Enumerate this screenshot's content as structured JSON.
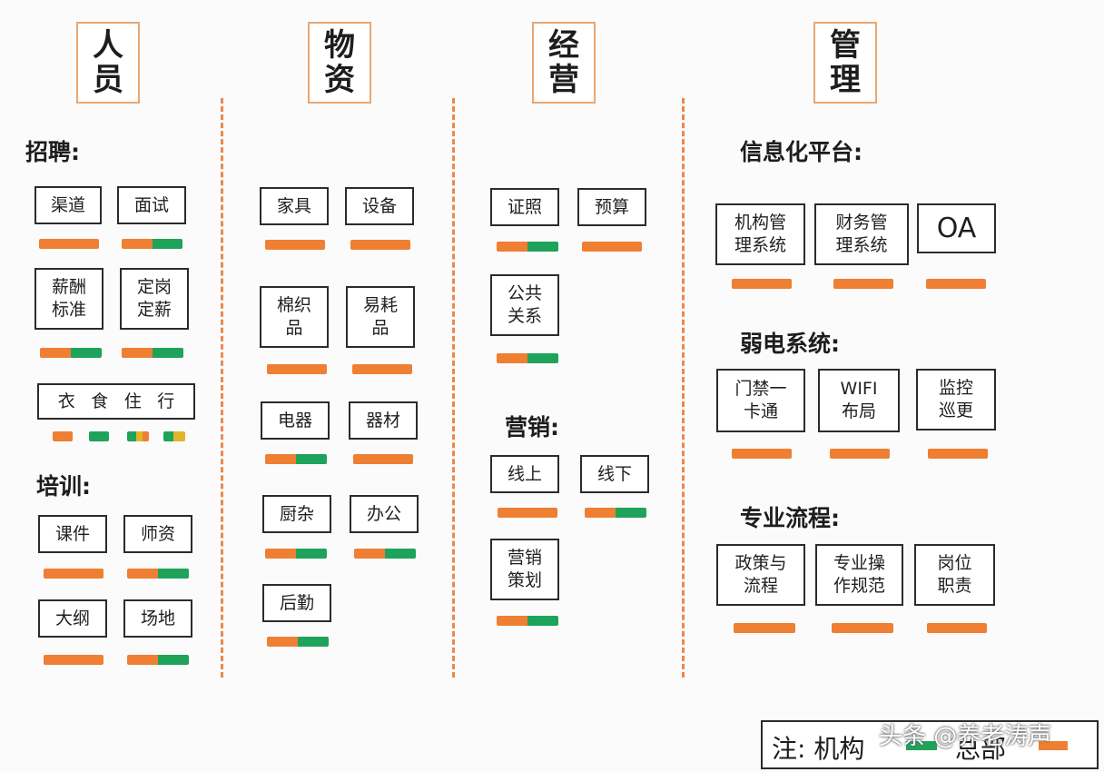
{
  "headers": {
    "people": "人员",
    "materials": "物资",
    "operations": "经营",
    "management": "管理"
  },
  "sections": {
    "recruit": "招聘:",
    "training": "培训:",
    "marketing": "营销:",
    "it_platform": "信息化平台:",
    "weak_current": "弱电系统:",
    "process": "专业流程:"
  },
  "people": {
    "recruit": [
      "渠道",
      "面试",
      "薪酬\n标准",
      "定岗\n定薪"
    ],
    "living": [
      "衣",
      "食",
      "住",
      "行"
    ],
    "training": [
      "课件",
      "师资",
      "大纲",
      "场地"
    ]
  },
  "materials": [
    "家具",
    "设备",
    "棉织\n品",
    "易耗\n品",
    "电器",
    "器材",
    "厨杂",
    "办公",
    "后勤"
  ],
  "operations": {
    "items": [
      "证照",
      "预算",
      "公共\n关系"
    ],
    "marketing": [
      "线上",
      "线下",
      "营销\n策划"
    ]
  },
  "management": {
    "it_platform": [
      "机构管\n理系统",
      "财务管\n理系统",
      "OA"
    ],
    "weak_current": [
      "门禁一\n卡通",
      "WIFI\n布局",
      "监控\n巡更"
    ],
    "process": [
      "政策与\n流程",
      "专业操\n作规范",
      "岗位\n职责"
    ]
  },
  "legend": {
    "prefix": "注:",
    "institution": "机构",
    "hq": "总部",
    "institution_color": "#1fa35a",
    "hq_color": "#ee7f33"
  },
  "watermark": "头条 @养老涛声",
  "colors": {
    "orange": "#ee7f33",
    "green": "#1fa35a",
    "yellow": "#e0b52a",
    "header_border": "#e9a773"
  }
}
